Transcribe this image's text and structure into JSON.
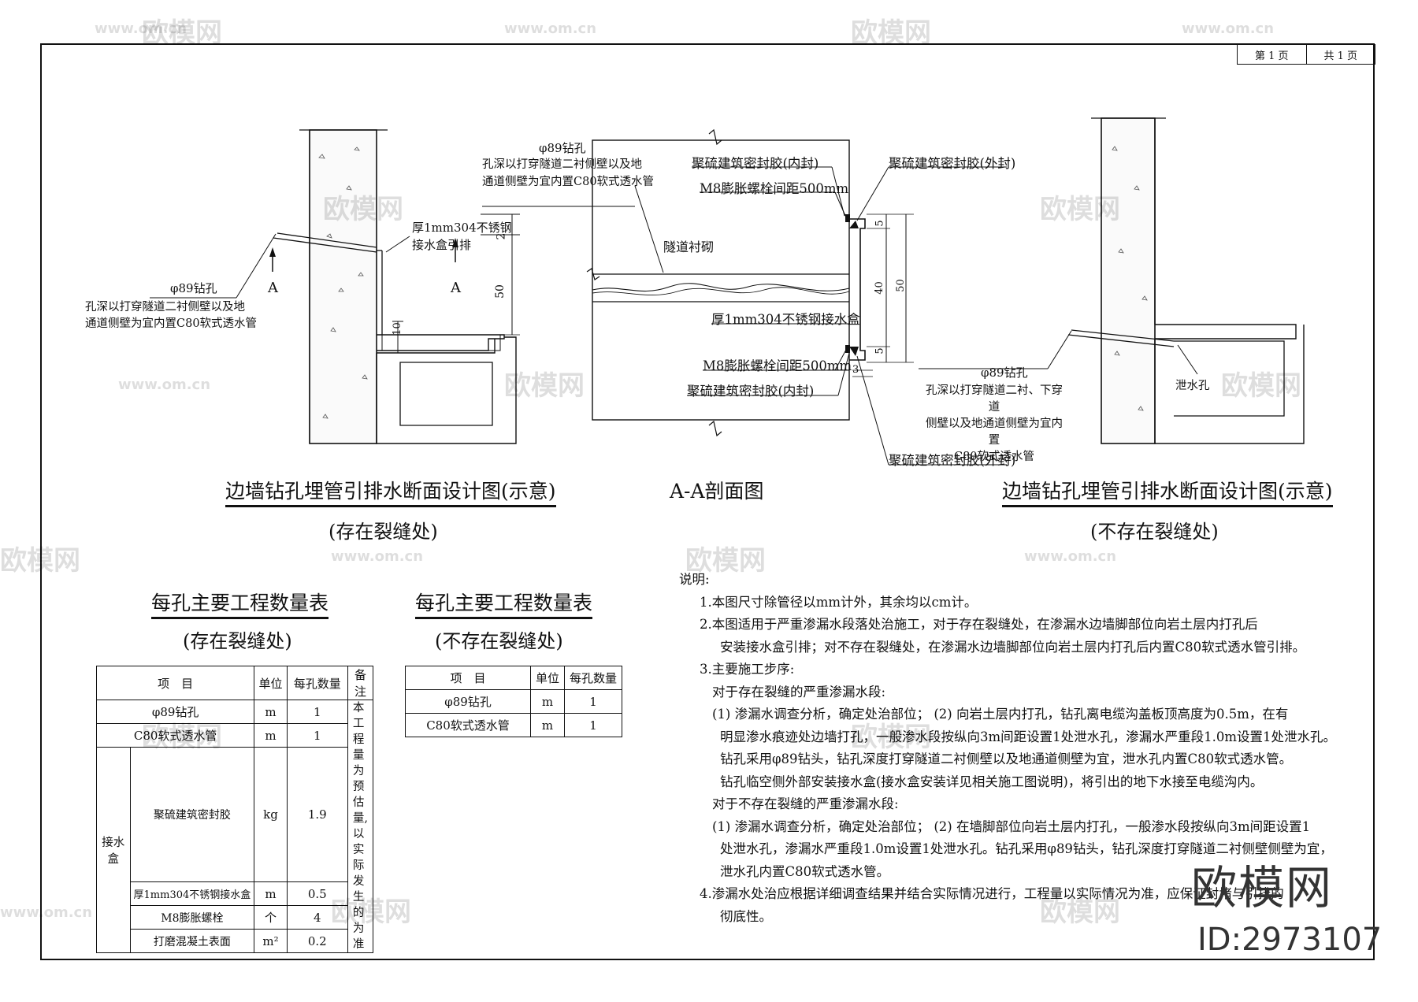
{
  "page_box": {
    "page_current": "第 1 页",
    "page_total": "共 1 页"
  },
  "left_view": {
    "title": "边墙钻孔埋管引排水断面设计图(示意)",
    "subtitle": "(存在裂缝处)",
    "label_hole": "φ89钻孔",
    "label_hole_desc_1": "孔深以打穿隧道二衬侧壁以及地",
    "label_hole_desc_2": "通道侧壁为宜内置C80软式透水管",
    "label_box_1": "厚1mm304不锈钢",
    "label_box_2": "接水盒引排",
    "section_mark": "A",
    "dim_2": "2",
    "dim_50": "50",
    "dim_10": "10"
  },
  "section_view": {
    "title": "A-A剖面图",
    "label_hole": "φ89钻孔",
    "label_hole_desc_1": "孔深以打穿隧道二衬侧壁以及地",
    "label_hole_desc_2": "通道侧壁为宜内置C80软式透水管",
    "label_lining": "隧道衬砌",
    "label_seal_inner_top": "聚硫建筑密封胶(内封)",
    "label_bolt_top": "M8膨胀螺栓间距500mm",
    "label_seal_outer_top": "聚硫建筑密封胶(外封)",
    "label_box": "厚1mm304不锈钢接水盒",
    "label_bolt_bottom": "M8膨胀螺栓间距500mm",
    "label_seal_inner_bottom": "聚硫建筑密封胶(内封)",
    "label_seal_outer_bottom": "聚硫建筑密封胶(外封)",
    "dim_5a": "5",
    "dim_40": "40",
    "dim_50": "50",
    "dim_5b": "5",
    "dim_3": "3"
  },
  "right_view": {
    "title": "边墙钻孔埋管引排水断面设计图(示意)",
    "subtitle": "(不存在裂缝处)",
    "label_hole": "φ89钻孔",
    "label_hole_desc_1": "孔深以打穿隧道二衬、下穿道",
    "label_hole_desc_2": "侧壁以及地通道侧壁为宜内置",
    "label_hole_desc_3": "C80软式透水管",
    "label_drain": "泄水孔"
  },
  "table_left": {
    "title": "每孔主要工程数量表",
    "subtitle": "(存在裂缝处)",
    "headers": [
      "项　目",
      "单位",
      "每孔数量",
      "备注"
    ],
    "rows": [
      {
        "item": "φ89钻孔",
        "unit": "m",
        "qty": "1"
      },
      {
        "item": "C80软式透水管",
        "unit": "m",
        "qty": "1"
      },
      {
        "item": "聚硫建筑密封胶",
        "unit": "kg",
        "qty": "1.9"
      },
      {
        "item": "厚1mm304不锈钢接水盒",
        "unit": "m",
        "qty": "0.5"
      },
      {
        "item": "M8膨胀螺栓",
        "unit": "个",
        "qty": "4"
      },
      {
        "item": "打磨混凝土表面",
        "unit": "m²",
        "qty": "0.2"
      }
    ],
    "group_label": "接水盒",
    "remark": "本工程量为预估量,以实际发生的为准"
  },
  "table_right": {
    "title": "每孔主要工程数量表",
    "subtitle": "(不存在裂缝处)",
    "headers": [
      "项　目",
      "单位",
      "每孔数量"
    ],
    "rows": [
      {
        "item": "φ89钻孔",
        "unit": "m",
        "qty": "1"
      },
      {
        "item": "C80软式透水管",
        "unit": "m",
        "qty": "1"
      }
    ]
  },
  "notes": {
    "heading": "说明:",
    "lines": [
      "1.本图尺寸除管径以mm计外，其余均以cm计。",
      "2.本图适用于严重渗漏水段落处治施工，对于存在裂缝处，在渗漏水边墙脚部位向岩土层内打孔后",
      "安装接水盒引排；对不存在裂缝处，在渗漏水边墙脚部位向岩土层内打孔后内置C80软式透水管引排。",
      "3.主要施工步序:",
      "对于存在裂缝的严重渗漏水段:",
      "(1) 渗漏水调查分析，确定处治部位；  (2) 向岩土层内打孔，钻孔离电缆沟盖板顶高度为0.5m，在有",
      "明显渗水痕迹处边墙打孔，一般渗水段按纵向3m间距设置1处泄水孔，渗漏水严重段1.0m设置1处泄水孔。",
      "钻孔采用φ89钻头，钻孔深度打穿隧道二衬侧壁以及地通道侧壁为宜，泄水孔内置C80软式透水管。",
      "钻孔临空侧外部安装接水盒(接水盒安装详见相关施工图说明)，将引出的地下水接至电缆沟内。",
      "对于不存在裂缝的严重渗漏水段:",
      "(1) 渗漏水调查分析，确定处治部位；  (2) 在墙脚部位向岩土层内打孔，一般渗水段按纵向3m间距设置1",
      "处泄水孔，渗漏水严重段1.0m设置1处泄水孔。钻孔采用φ89钻头，钻孔深度打穿隧道二衬侧壁侧壁为宜，",
      "泄水孔内置C80软式透水管。",
      "4.渗漏水处治应根据详细调查结果并结合实际情况进行，工程量以实际情况为准，应保证封堵与引排的",
      "彻底性。"
    ]
  },
  "watermark": {
    "brand": "欧模网",
    "url": "www.om.cn",
    "id": "ID:2973107"
  }
}
